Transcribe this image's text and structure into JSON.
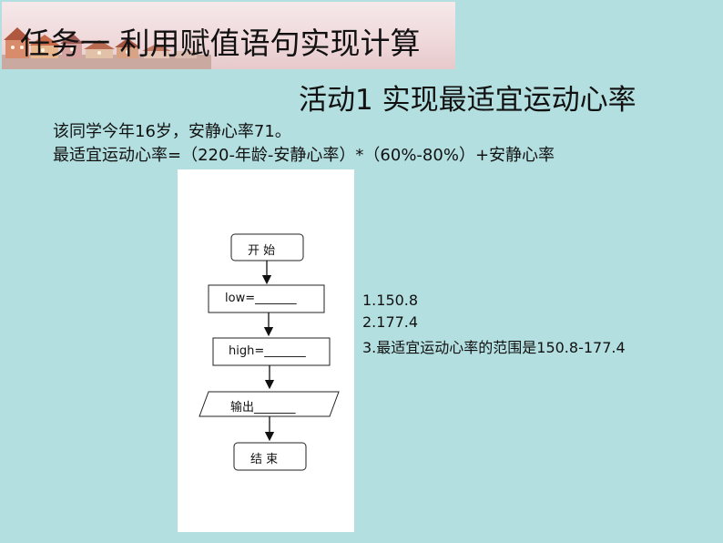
{
  "title": {
    "task": "任务一 利用赋值语句实现计算"
  },
  "activity": {
    "title": "活动1  实现最适宜运动心率"
  },
  "info": {
    "line1": "该同学今年16岁，安静心率71。",
    "line2": "最适宜运动心率=（220-年龄-安静心率）*（60%-80%）+安静心率"
  },
  "flowchart": {
    "start": "开  始",
    "low": "low=_______",
    "high": "high=_______",
    "output": "输出_______",
    "end": "结  束"
  },
  "answers": {
    "a1": "1.150.8",
    "a2": "2.177.4",
    "a3": "3.最适宜运动心率的范围是150.8-177.4"
  },
  "colors": {
    "background": "#b3dfe0",
    "banner": "#efd8da",
    "panel": "#ffffff"
  }
}
